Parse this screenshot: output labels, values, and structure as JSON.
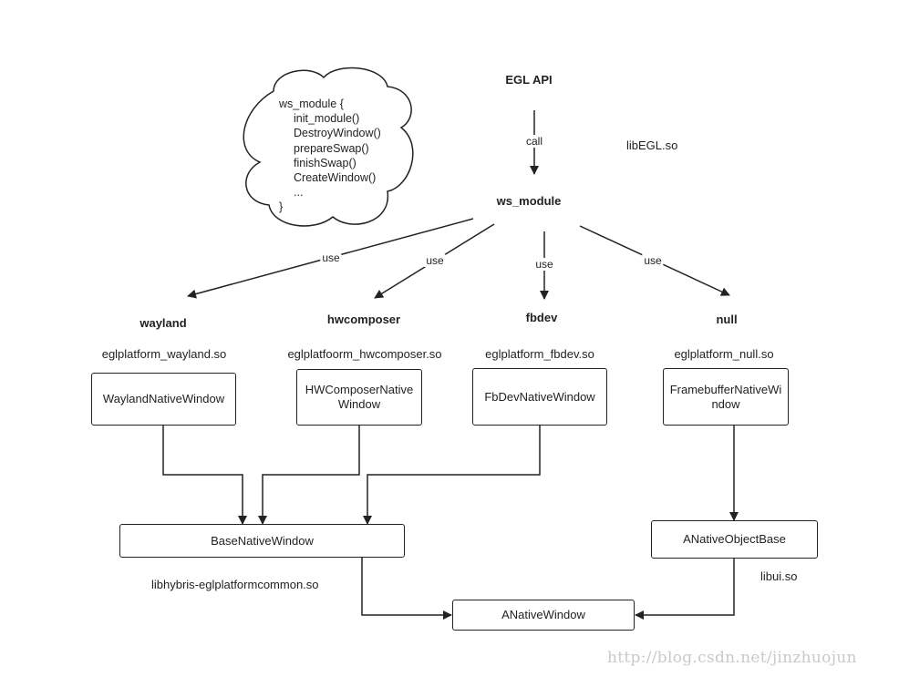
{
  "cloud": {
    "lines": [
      "ws_module {",
      "init_module()",
      "DestroyWindow()",
      "prepareSwap()",
      "finishSwap()",
      "CreateWindow()",
      "...",
      "}"
    ]
  },
  "nodes": {
    "egl_api": "EGL API",
    "ws_module": "ws_module",
    "lib_egl": "libEGL.so",
    "wayland": "wayland",
    "hwcomposer": "hwcomposer",
    "fbdev": "fbdev",
    "null": "null",
    "lib_wayland": "eglplatform_wayland.so",
    "lib_hwcomposer": "eglplatfoorm_hwcomposer.so",
    "lib_fbdev": "eglplatform_fbdev.so",
    "lib_null": "eglplatform_null.so",
    "lib_common": "libhybris-eglplatformcommon.so",
    "lib_ui": "libui.so"
  },
  "boxes": {
    "wayland_native_window": "WaylandNativeWindow",
    "hwcomposer_native_window": "HWComposerNativeWindow",
    "fbdev_native_window": "FbDevNativeWindow",
    "framebuffer_native_window": "FramebufferNativeWindow",
    "base_native_window": "BaseNativeWindow",
    "anative_object_base": "ANativeObjectBase",
    "anative_window": "ANativeWindow"
  },
  "edges": {
    "call": "call",
    "use_wayland": "use",
    "use_hwcomposer": "use",
    "use_fbdev": "use",
    "use_null": "use"
  },
  "watermark": "http://blog.csdn.net/jinzhuojun"
}
